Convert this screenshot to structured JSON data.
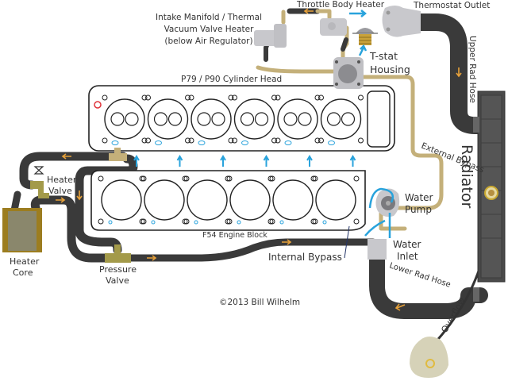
{
  "diagram": {
    "title": "Cooling System Flow Diagram",
    "labels": {
      "intake_heater": [
        "Intake Manifold / Thermal",
        "Vacuum Valve Heater",
        "(below Air Regulator)"
      ],
      "throttle_body_heater": "Throttle Body Heater",
      "thermostat_outlet": "Thermostat Outlet",
      "tstat_housing": [
        "T-stat",
        "Housing"
      ],
      "upper_rad_hose": "Upper Rad Hose",
      "cylinder_head": "P79 / P90 Cylinder Head",
      "external_bypass": "External Bypass",
      "radiator": "Radiator",
      "heater_valve": [
        "Heater",
        "Valve"
      ],
      "heater_core": [
        "Heater",
        "Core"
      ],
      "water_pump": [
        "Water",
        "Pump"
      ],
      "engine_block": "F54 Engine Block",
      "water_inlet": [
        "Water",
        "Inlet"
      ],
      "internal_bypass": "Internal Bypass",
      "pressure_valve": [
        "Pressure",
        "Valve"
      ],
      "lower_rad_hose": "Lower Rad Hose",
      "overflow": "Overflow",
      "copyright": "©2013 Bill Wilhelm"
    },
    "colors": {
      "hose": "#3a3a3a",
      "brass": "#c4b07a",
      "coolant_flow": "#29a3dc",
      "hose_arrow": "#e8a23a",
      "gasket_outline": "#222222",
      "hot_port": "#e0333a",
      "radiator": "#4a4a4a",
      "heater_core_fill": "#8a876c",
      "heater_core_edge": "#9c7d20",
      "overflow_tank": "#d6d2b8",
      "housing_gray": "#c8c8cc"
    },
    "cylinders": 6
  }
}
